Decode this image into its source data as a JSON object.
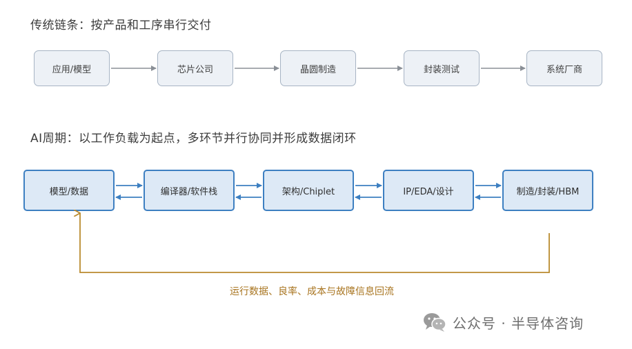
{
  "traditional": {
    "title": "传统链条：按产品和工序串行交付",
    "nodes": [
      "应用/模型",
      "芯片公司",
      "晶圆制造",
      "封装测试",
      "系统厂商"
    ]
  },
  "ai_cycle": {
    "title": "AI周期：以工作负载为起点，多环节并行协同并形成数据闭环",
    "nodes": [
      "模型/数据",
      "编译器/软件栈",
      "架构/Chiplet",
      "IP/EDA/设计",
      "制造/封装/HBM"
    ],
    "feedback_label": "运行数据、良率、成本与故障信息回流"
  },
  "watermark": {
    "text": "公众号 · 半导体咨询",
    "icon": "wechat-icon"
  },
  "colors": {
    "traditional_box_border": "#a7b4c4",
    "traditional_box_fill": "#edf1f6",
    "ai_box_border": "#3d7fc1",
    "ai_box_fill": "#dde9f6",
    "ai_arrow": "#3d7fc1",
    "traditional_arrow": "#8a8f96",
    "feedback": "#b98a2e"
  }
}
